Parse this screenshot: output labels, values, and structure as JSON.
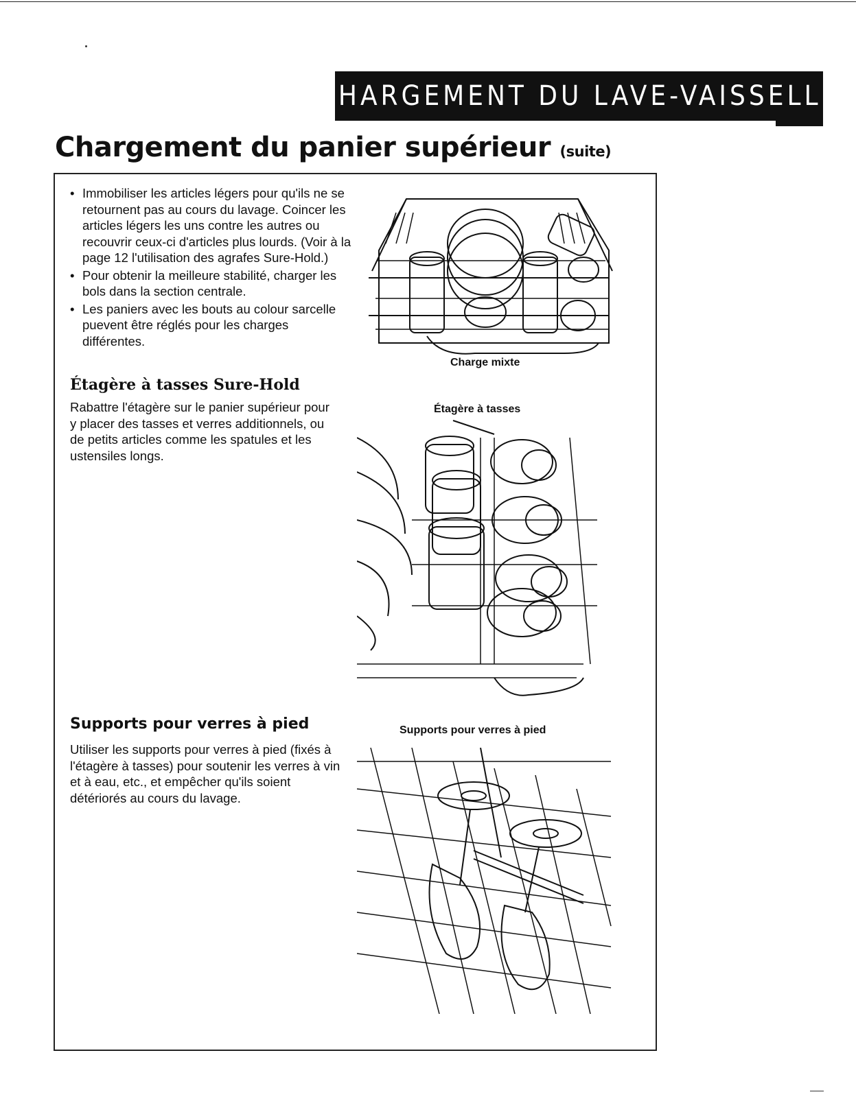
{
  "header": {
    "banner": "CHARGEMENT DU LAVE-VAISSELLE",
    "title": "Chargement du panier supérieur",
    "title_suffix": "(suite)"
  },
  "intro_bullets": [
    "Immobiliser les articles légers pour qu'ils ne se retournent pas au cours du lavage. Coincer les articles légers les uns contre les autres ou recouvrir ceux-ci d'articles plus lourds. (Voir à la page 12 l'utilisation des agrafes Sure-Hold.)",
    "Pour obtenir la meilleure stabilité, charger les bols dans la section centrale.",
    "Les paniers avec les bouts au colour sarcelle puevent être réglés pour les charges différentes."
  ],
  "cup_shelf": {
    "heading": "Étagère à tasses Sure-Hold",
    "text": "Rabattre l'étagère sur le panier supérieur pour y placer des tasses et verres additionnels, ou de petits articles comme les spatules et les ustensiles longs."
  },
  "stemware": {
    "heading": "Supports pour verres à pied",
    "text": "Utiliser les supports pour verres à pied (fixés à l'étagère à tasses) pour soutenir les verres à vin et à eau, etc., et empêcher qu'ils soient détériorés au cours du lavage."
  },
  "captions": {
    "mixed_load": "Charge mixte",
    "cup_shelf": "Étagère à tasses",
    "stem_supports": "Supports pour verres à pied"
  }
}
